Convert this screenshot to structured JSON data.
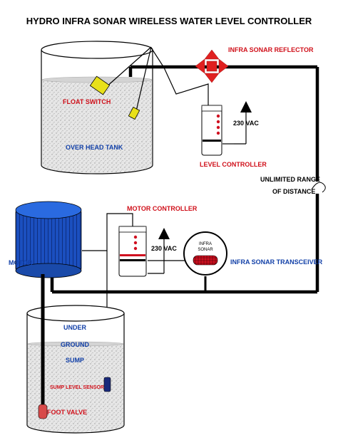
{
  "title": "HYDRO INFRA SONAR WIRELESS WATER LEVEL CONTROLLER",
  "labels": {
    "infra_sonar_reflector": "INFRA SONAR REFLECTOR",
    "float_switch": "FLOAT SWITCH",
    "over_head_tank": "OVER HEAD TANK",
    "voltage_top": "230 VAC",
    "level_controller": "LEVEL CONTROLLER",
    "unlimited_range": "UNLIMITED RANGE",
    "of_distance": "OF DISTANCE",
    "motor_controller": "MOTOR CONTROLLER",
    "motor": "MOTOR",
    "voltage_bottom": "230 VAC",
    "transceiver_line1": "INFRA",
    "transceiver_line2": "SONAR",
    "infra_sonar_transceiver": "INFRA SONAR TRANSCEIVER",
    "under": "UNDER",
    "ground": "GROUND",
    "sump": "SUMP",
    "sump_level_sensor": "SUMP LEVEL SENSOR",
    "foot_valve": "FOOT VALVE"
  },
  "colors": {
    "wire": "#000000",
    "label_red": "#d0101a",
    "label_blue": "#1240a8",
    "motor": "#1b4fbf",
    "float": "#e8e01a",
    "reflector": "#e02020"
  }
}
